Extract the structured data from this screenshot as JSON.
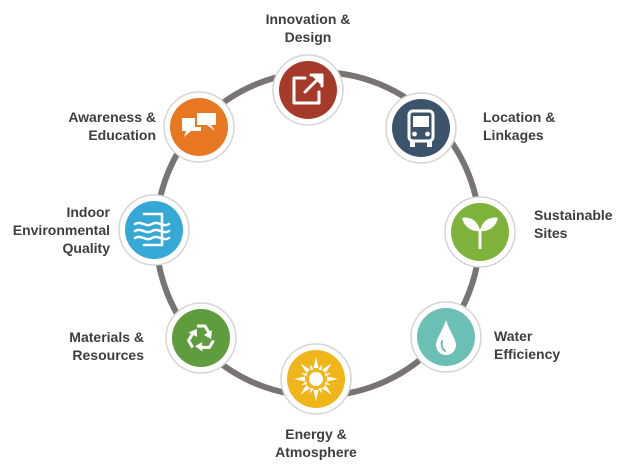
{
  "categories": [
    {
      "id": "innovation",
      "icon": "external-link-icon",
      "color": "#a63a2a",
      "lines": [
        "Innovation &",
        "Design"
      ]
    },
    {
      "id": "location",
      "icon": "bus-icon",
      "color": "#3b536b",
      "lines": [
        "Location &",
        "Linkages"
      ]
    },
    {
      "id": "sustainable",
      "icon": "sprout-icon",
      "color": "#7fb23a",
      "lines": [
        "Sustainable",
        "Sites"
      ]
    },
    {
      "id": "water",
      "icon": "water-drop-icon",
      "color": "#6cbfb5",
      "lines": [
        "Water",
        "Efficiency"
      ]
    },
    {
      "id": "energy",
      "icon": "sun-icon",
      "color": "#f1b51c",
      "lines": [
        "Energy &",
        "Atmosphere"
      ]
    },
    {
      "id": "materials",
      "icon": "recycle-icon",
      "color": "#5e9c3e",
      "lines": [
        "Materials &",
        "Resources"
      ]
    },
    {
      "id": "indoor",
      "icon": "air-quality-icon",
      "color": "#36a8d6",
      "lines": [
        "Indoor",
        "Environmental",
        "Quality"
      ]
    },
    {
      "id": "awareness",
      "icon": "speech-bubbles-icon",
      "color": "#e87722",
      "lines": [
        "Awareness &",
        "Education"
      ]
    }
  ],
  "ring_color": "#7a7373"
}
